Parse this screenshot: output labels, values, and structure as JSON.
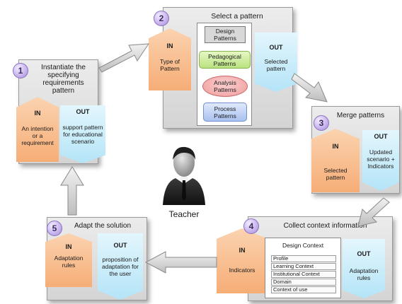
{
  "center": {
    "label": "Teacher"
  },
  "steps": [
    {
      "number": "1",
      "title": "Instantiate the specifying requirements pattern",
      "in": {
        "tag": "IN",
        "text": "An intention or a requirement"
      },
      "out": {
        "tag": "OUT",
        "text": "support pattern for educational scenario"
      }
    },
    {
      "number": "2",
      "title": "Select a pattern",
      "in": {
        "tag": "IN",
        "text": "Type of Pattern"
      },
      "out": {
        "tag": "OUT",
        "text": "Selected pattern"
      },
      "patterns": [
        {
          "label": "Design Patterns"
        },
        {
          "label": "Pedagogical Patterns"
        },
        {
          "label": "Analysis Patterns"
        },
        {
          "label": "Process Patterns"
        }
      ]
    },
    {
      "number": "3",
      "title": "Merge patterns",
      "in": {
        "tag": "IN",
        "text": "Selected pattern"
      },
      "out": {
        "tag": "OUT",
        "text": "Updated scenario + Indicators"
      }
    },
    {
      "number": "4",
      "title": "Collect context information",
      "in": {
        "tag": "IN",
        "text": "Indicators"
      },
      "out": {
        "tag": "OUT",
        "text": "Adaptation rules"
      },
      "context": {
        "title": "Design Context",
        "rows": [
          "Profile",
          "Learning Context",
          "Institutional Context",
          "Domain",
          "Context of use"
        ]
      }
    },
    {
      "number": "5",
      "title": "Adapt the solution",
      "in": {
        "tag": "IN",
        "text": "Adaptation rules"
      },
      "out": {
        "tag": "OUT",
        "text": "proposition of adaptation for the user"
      }
    }
  ],
  "colors": {
    "in_fill": "#f6ad76",
    "out_fill": "#b4e4f7",
    "badge_fill": "#cbb7ef",
    "step_fill": "#dcdcdc"
  }
}
